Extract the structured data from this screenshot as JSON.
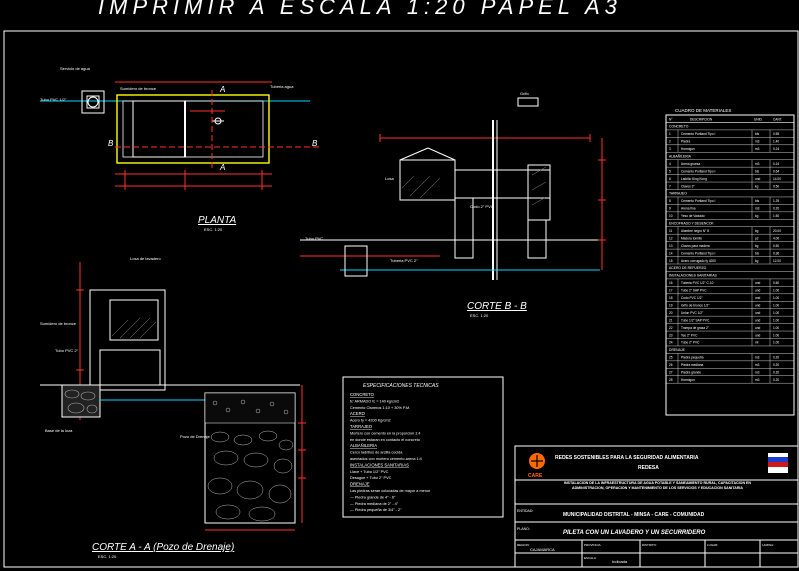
{
  "header": {
    "title": "IMPRIMIR  A  ESCALA  1:20  PAPEL  A3"
  },
  "plan": {
    "label": "PLANTA",
    "scale": "ESC. 1:20"
  },
  "section_bb": {
    "label": "CORTE B - B",
    "scale": "ESC. 1:20"
  },
  "section_aa": {
    "label": "CORTE A - A (Pozo de Drenaje)",
    "scale": "ESC. 1:20"
  },
  "section_marks": {
    "a": "A",
    "b": "B"
  },
  "specs": {
    "heading": "ESPECIFICACIONES TECNICAS",
    "lines": [
      "CONCRETO",
      "fc' ARMADO fc = 140 kg/cm2",
      "Cemento Cisneros 1:10 + 30% P.M.",
      "ACERO",
      "Acero fy = 4200 Kg/cm2",
      "TARRAJEO",
      "Mortero con cemento en la proporcion 1:4",
      "en donde estaran en contacto el concreto",
      "ALBAÑILERIA",
      "Cerco ladrillos de arcilla cocida",
      "asentados con mortero cemento-arena 1:4",
      "INSTALACIONES SANITARIAS",
      "Llave + Tubo 1/2\" PVC",
      "Desague + Tubo 2\" PVC",
      "DRENAJE",
      "Las piedras seran colocadas de mayor a menor",
      "— Piedra grande de 4\" - 6\"",
      "— Piedra mediana de 2\" - 4\"",
      "— Piedra pequeña de 3/4\" - 2\""
    ]
  },
  "materials": {
    "heading": "CUADRO DE MATERIALES",
    "columns": [
      "N°",
      "DESCRIPCION",
      "UNID.",
      "CANT."
    ],
    "rows": [
      {
        "section": "CONCRETO"
      },
      {
        "n": "1",
        "desc": "Cemento Portland Tipo I",
        "unit": "bls",
        "qty": "0.55"
      },
      {
        "n": "2",
        "desc": "Piedra",
        "unit": "m3",
        "qty": "1.40"
      },
      {
        "n": "3",
        "desc": "Hormigon",
        "unit": "m3",
        "qty": "0.24"
      },
      {
        "section": "ALBAÑILERIA"
      },
      {
        "n": "4",
        "desc": "Arena gruesa",
        "unit": "m3",
        "qty": "0.24"
      },
      {
        "n": "5",
        "desc": "Cemento Portland Tipo I",
        "unit": "bls",
        "qty": "0.64"
      },
      {
        "n": "6",
        "desc": "Ladrillo King Kong",
        "unit": "und",
        "qty": "14.00"
      },
      {
        "n": "7",
        "desc": "Clavos 3\"",
        "unit": "kg",
        "qty": "0.50"
      },
      {
        "section": "TARRAJEO"
      },
      {
        "n": "8",
        "desc": "Cemento Portland Tipo I",
        "unit": "bls",
        "qty": "1.29"
      },
      {
        "n": "9",
        "desc": "Arena fina",
        "unit": "m3",
        "qty": "0.20"
      },
      {
        "n": "10",
        "desc": "Yeso de Vaciado",
        "unit": "kg",
        "qty": "1.50"
      },
      {
        "section": "ENCOFRADO Y DESENCOF."
      },
      {
        "n": "11",
        "desc": "Alambre negro N° 8",
        "unit": "kg",
        "qty": "20.00"
      },
      {
        "n": "12",
        "desc": "Madera tornillo",
        "unit": "p2",
        "qty": "4.00"
      },
      {
        "n": "13",
        "desc": "Clavos para madera",
        "unit": "kg",
        "qty": "0.50"
      },
      {
        "n": "14",
        "desc": "Cemento Portland Tipo I",
        "unit": "bls",
        "qty": "0.36"
      },
      {
        "n": "15",
        "desc": "Acero corrugado fy 4200",
        "unit": "kg",
        "qty": "12.00"
      },
      {
        "section": "ACERO DE REFUERZO"
      },
      {
        "section": "INSTALACIONES SANITARIAS"
      },
      {
        "n": "16",
        "desc": "Tuberia PVC 1/2\" C-10",
        "unit": "und",
        "qty": "0.50"
      },
      {
        "n": "17",
        "desc": "Tubo 2\" SAP PVC",
        "unit": "und",
        "qty": "1.00"
      },
      {
        "n": "18",
        "desc": "Codo PVC 1/2\"",
        "unit": "und",
        "qty": "1.00"
      },
      {
        "n": "19",
        "desc": "Grifo de bronce 1/2\"",
        "unit": "und",
        "qty": "1.00"
      },
      {
        "n": "20",
        "desc": "Union PVC 1/2\"",
        "unit": "und",
        "qty": "1.00"
      },
      {
        "n": "21",
        "desc": "Tubo 1/2\" SAP PVC",
        "unit": "und",
        "qty": "1.00"
      },
      {
        "n": "22",
        "desc": "Trampa de grasa 2\"",
        "unit": "und",
        "qty": "1.00"
      },
      {
        "n": "23",
        "desc": "Tee 2\" PVC",
        "unit": "und",
        "qty": "1.00"
      },
      {
        "n": "24",
        "desc": "Tubo 2\" PVC",
        "unit": "ml",
        "qty": "1.00"
      },
      {
        "section": "DRENAJE"
      },
      {
        "n": "25",
        "desc": "Piedra pequeña",
        "unit": "m3",
        "qty": "0.20"
      },
      {
        "n": "26",
        "desc": "Piedra mediana",
        "unit": "m3",
        "qty": "0.20"
      },
      {
        "n": "27",
        "desc": "Piedra grande",
        "unit": "m3",
        "qty": "0.20"
      },
      {
        "n": "28",
        "desc": "Hormigon",
        "unit": "m3",
        "qty": "0.20"
      }
    ]
  },
  "titleblock": {
    "org": "REDES SOSTENIBLES PARA LA SEGURIDAD ALIMENTARIA",
    "org2": "REDESA",
    "logo_text": "CARE",
    "project": "INSTALACION DE LA INFRAESTRUCTURA DE AGUA POTABLE Y SANEAMIENTO RURAL, CAPACITACION EN ADMINISTRACION, OPERACION Y MANTENIMIENTO DE LOS SERVICIOS Y EDUCACION SANITARIA",
    "entity_label": "ENTIDAD:",
    "entity": "MUNICIPALIDAD DISTRITAL - MINSA - CARE - COMUNIDAD",
    "plan_label": "PLANO:",
    "plan_name": "PILETA CON UN LAVADERO Y UN SECURRIDERO",
    "region_label": "REGION:",
    "region": "CAJAMARCA",
    "prov_label": "PROVINCIA:",
    "dist_label": "DISTRITO:",
    "place_label": "LUGAR:",
    "place": "Indicada",
    "sheet_label": "LAMINA:",
    "scale_label": "ESCALA:"
  },
  "colors": {
    "background": "#000000",
    "line_white": "#ffffff",
    "line_yellow": "#ffff00",
    "line_red": "#ff3030",
    "line_cyan": "#00d8ff",
    "line_green": "#40ff40",
    "accent_orange": "#ff6a00"
  }
}
